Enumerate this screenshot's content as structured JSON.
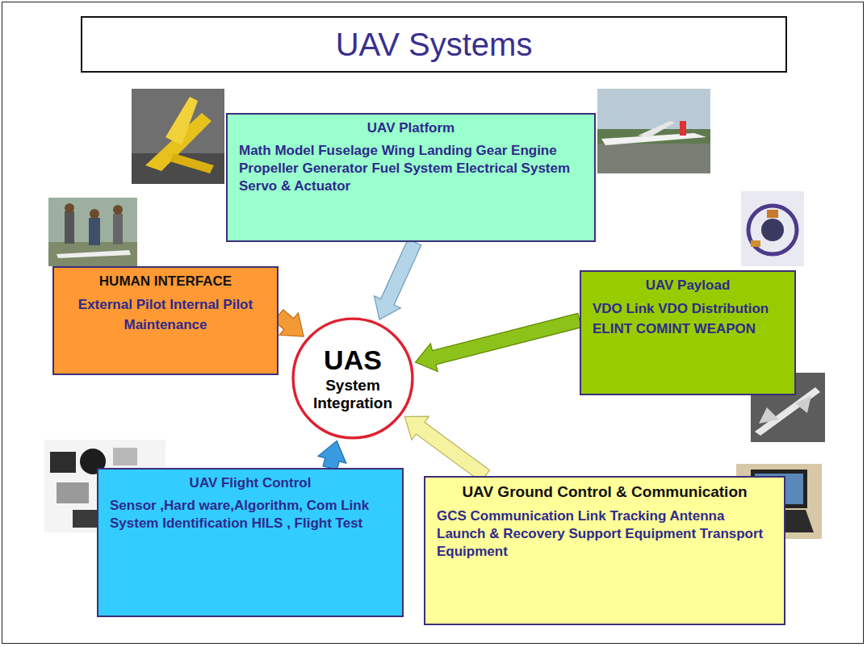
{
  "diagram": {
    "title": "UAV Systems",
    "nodes": [
      {
        "text": [
          "UAV Platform",
          "Math Model Fuselage Wing Landing Gear Engine Propeller Generator Fuel System Electrical System Servo & Actuator"
        ]
      },
      {
        "text": [
          "HUMAN INTERFACE",
          "External Pilot Internal Pilot Maintenance"
        ]
      },
      {
        "text": [
          "UAV Payload",
          "VDO Link VDO Distribution ELINT COMINT WEAPON"
        ]
      },
      {
        "text": [
          "UAS",
          "System Integration"
        ]
      },
      {
        "text": [
          "UAV Flight Control",
          "Sensor ,Hard ware,Algorithm, Com Link System Identification HILS , Flight Test"
        ]
      },
      {
        "text": [
          "UAV Ground Control & Communication",
          "GCS Communication Link Tracking Antenna Launch & Recovery Support Equipment Transport Equipment"
        ]
      }
    ],
    "edges": [
      {
        "from": 0,
        "to": 3,
        "arrow": "to"
      },
      {
        "from": 1,
        "to": 3,
        "arrow": "to"
      },
      {
        "from": 2,
        "to": 3,
        "arrow": "to"
      },
      {
        "from": 4,
        "to": 3,
        "arrow": "to"
      },
      {
        "from": 5,
        "to": 3,
        "arrow": "to"
      }
    ]
  }
}
